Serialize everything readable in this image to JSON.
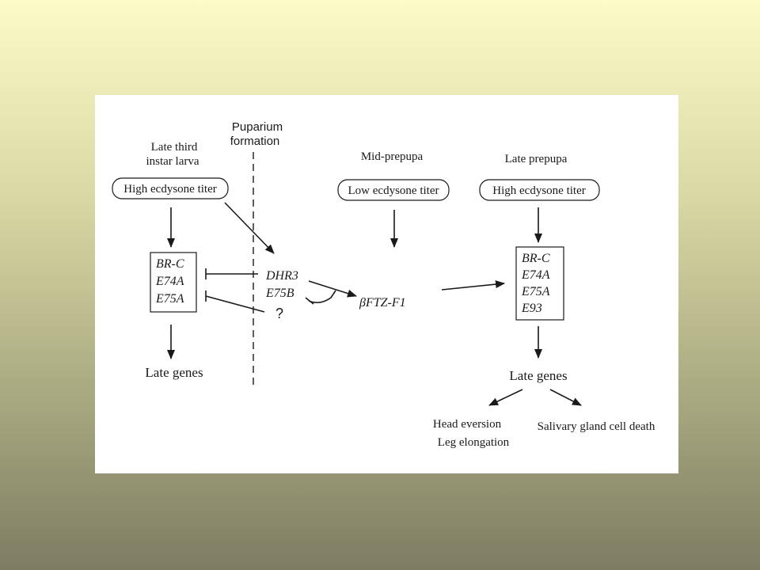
{
  "labels": {
    "puparium_line1": "Puparium",
    "puparium_line2": "formation",
    "late_third_line1": "Late third",
    "late_third_line2": "instar larva",
    "mid_prepupa": "Mid-prepupa",
    "late_prepupa": "Late prepupa"
  },
  "titers": {
    "high_left": "High ecdysone titer",
    "low_mid": "Low ecdysone titer",
    "high_right": "High ecdysone titer"
  },
  "genes": {
    "left_box": [
      "BR-C",
      "E74A",
      "E75A"
    ],
    "middle": [
      "DHR3",
      "E75B"
    ],
    "unknown": "?",
    "ftz": "βFTZ-F1",
    "right_box": [
      "BR-C",
      "E74A",
      "E75A",
      "E93"
    ]
  },
  "outcomes": {
    "late_genes_left": "Late genes",
    "late_genes_right": "Late genes",
    "head_eversion": "Head eversion",
    "leg_elongation": "Leg elongation",
    "salivary": "Salivary gland cell death"
  }
}
